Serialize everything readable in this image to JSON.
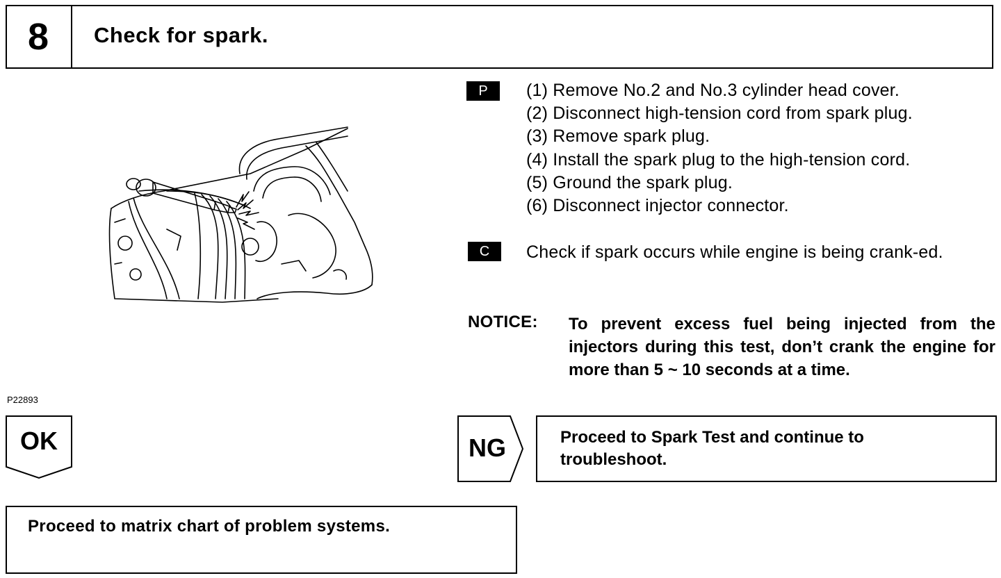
{
  "header": {
    "step_number": "8",
    "title": "Check for spark."
  },
  "illustration": {
    "figure_code": "P22893"
  },
  "procedure": {
    "tag": "P",
    "steps": [
      "(1) Remove No.2 and No.3 cylinder head cover.",
      "(2) Disconnect high-tension cord from spark plug.",
      "(3) Remove spark plug.",
      "(4) Install the spark plug to the high-tension cord.",
      "(5) Ground the spark plug.",
      "(6) Disconnect injector connector."
    ]
  },
  "check": {
    "tag": "C",
    "text": "Check if spark occurs while engine is being crank-ed."
  },
  "notice": {
    "label": "NOTICE:",
    "text": "To prevent excess fuel being injected from the injectors during this test, don’t crank the engine for more than 5 ~ 10 seconds at a time."
  },
  "results": {
    "ok_label": "OK",
    "ng_label": "NG",
    "ng_action": "Proceed  to Spark Test and continue to troubleshoot.",
    "ok_action": "Proceed to matrix chart of problem systems."
  }
}
